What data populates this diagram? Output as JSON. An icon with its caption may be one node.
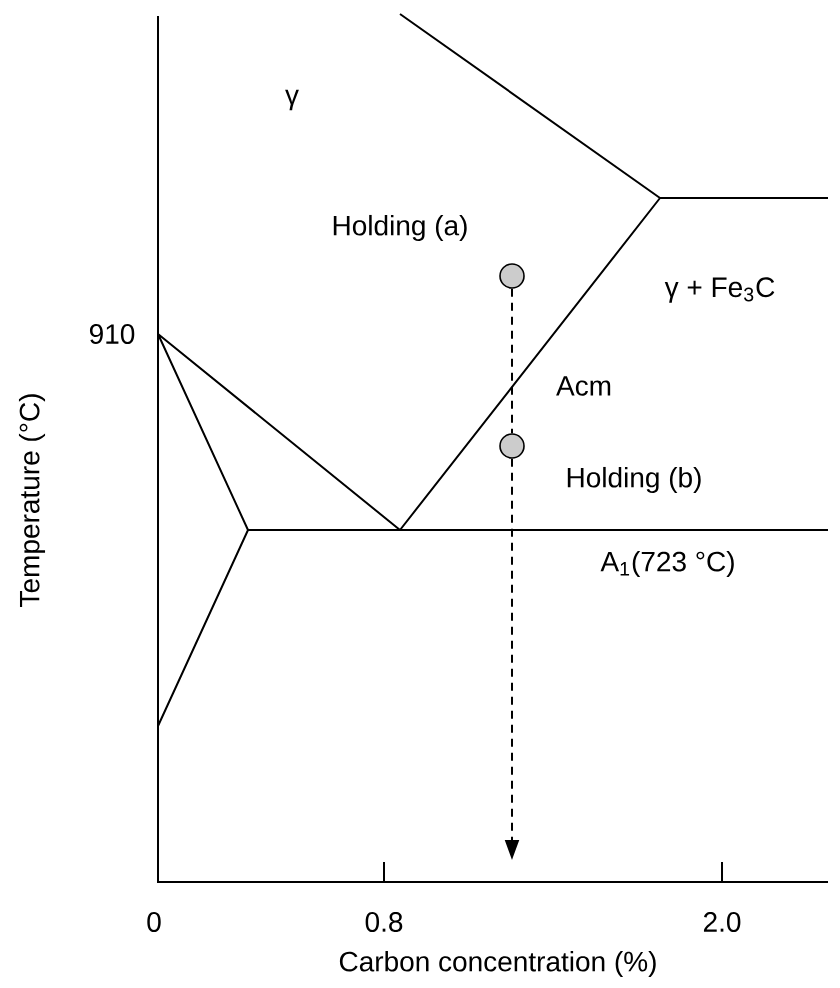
{
  "diagram": {
    "nodes": [
      {
        "text": [],
        "shape": "circle",
        "beside": [
          "Holding (a)"
        ]
      },
      {
        "text": [],
        "shape": "circle",
        "beside": [
          "Holding (b)"
        ]
      }
    ],
    "edges": [
      {
        "from": 0,
        "to": 1,
        "arrow": "none",
        "style": "dashed"
      },
      {
        "from": 1,
        "to": null,
        "arrow": "to",
        "style": "dashed"
      }
    ],
    "labels": [
      "γ",
      "γ + Fe$_{3}$C",
      "910",
      "Acm",
      "A$_{1}$(723 °C)",
      "0",
      "0.8",
      "2.0",
      "Temperature (°C)",
      "Carbon concentration (%)"
    ]
  }
}
